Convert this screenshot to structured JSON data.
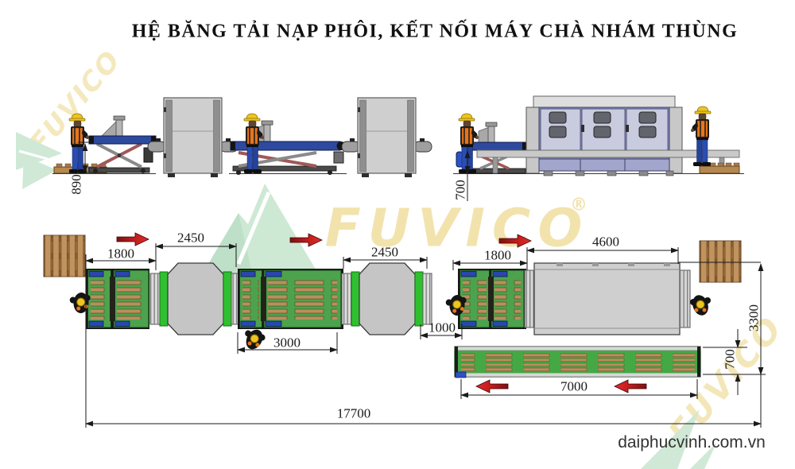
{
  "title": "HỆ BĂNG TẢI NẠP PHÔI, KẾT NỐI MÁY CHÀ NHÁM THÙNG",
  "watermark": {
    "brand": "FUVICO",
    "registered": "®"
  },
  "footer": {
    "website": "daiphucvinh.com.vn"
  },
  "dims": {
    "d890": "890",
    "d700_elev": "700",
    "d1800_a": "1800",
    "d2450_a": "2450",
    "d3000": "3000",
    "d2450_b": "2450",
    "d1000": "1000",
    "d1800_b": "1800",
    "d4600": "4600",
    "d3300": "3300",
    "d700_plan": "700",
    "d7000": "7000",
    "d17700": "17700"
  },
  "colors": {
    "conveyor_green": "#4da24d",
    "belt_green": "#2fc030",
    "arrow_red": "#c41c1c",
    "machine_gray": "#cfcfcf",
    "sander_lavender": "#8e91bd",
    "lift_belt_blue": "#2e4a9e",
    "pallet_brown": "#9c6e3c",
    "watermark_yellow": "#f2e3ad",
    "watermark_green": "#cfe9d6",
    "dimension_black": "#1a1a1a"
  }
}
